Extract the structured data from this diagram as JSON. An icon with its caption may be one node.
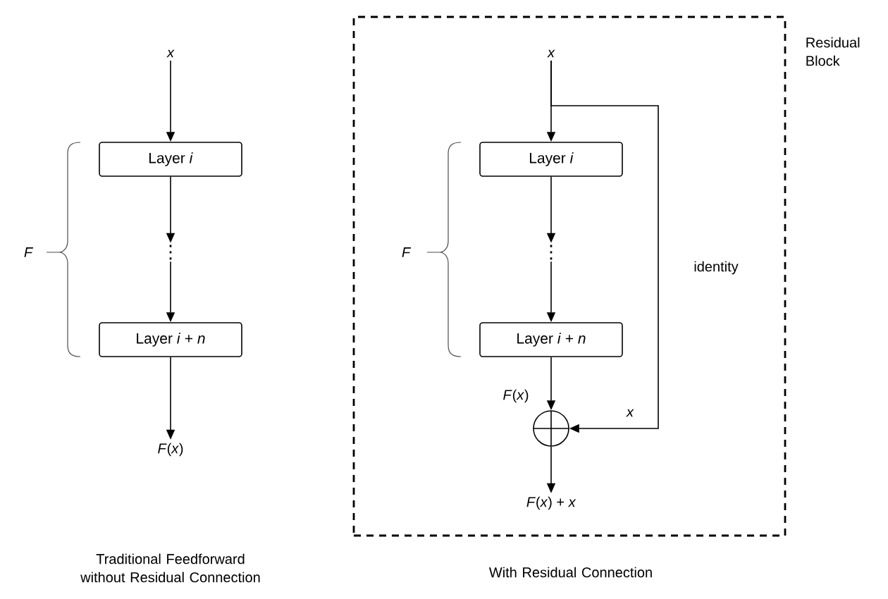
{
  "diagram": {
    "nodes": [
      {
        "text": [
          "x"
        ]
      },
      {
        "text": [
          "Layer *i*"
        ]
      },
      {
        "text": [
          "⋮"
        ]
      },
      {
        "text": [
          "Layer *i* + *n*"
        ]
      },
      {
        "text": [
          "*F*(*x*)"
        ]
      },
      {
        "text": [
          "Residual Block"
        ]
      },
      {
        "text": [
          "x"
        ],
        "in": 5
      },
      {
        "text": [
          "Layer *i*"
        ],
        "in": 5
      },
      {
        "text": [
          "⋮"
        ],
        "in": 5
      },
      {
        "text": [
          "Layer *i* + *n*"
        ],
        "in": 5
      },
      {
        "text": [],
        "shape": "circle",
        "in": 5
      },
      {
        "text": [
          "*F*(*x*) + *x*"
        ],
        "in": 5
      }
    ],
    "edges": [
      {
        "from": 0,
        "to": 1,
        "arrow": "to"
      },
      {
        "from": 1,
        "to": 2,
        "arrow": "to"
      },
      {
        "from": 2,
        "to": 3,
        "arrow": "to"
      },
      {
        "from": 3,
        "to": 4,
        "arrow": "to"
      },
      {
        "from": 6,
        "to": 7,
        "arrow": "to"
      },
      {
        "from": 6,
        "to": 10,
        "arrow": "to",
        "label": "identity"
      },
      {
        "from": 7,
        "to": 8,
        "arrow": "to"
      },
      {
        "from": 8,
        "to": 9,
        "arrow": "to"
      },
      {
        "from": 9,
        "to": 10,
        "arrow": "to",
        "label": "*F*(*x*)"
      },
      {
        "from": 10,
        "to": 11,
        "arrow": "to"
      }
    ],
    "labels": [
      "F",
      "F",
      "x",
      "Traditional Feedforward without Residual Connection",
      "With Residual Connection"
    ]
  }
}
